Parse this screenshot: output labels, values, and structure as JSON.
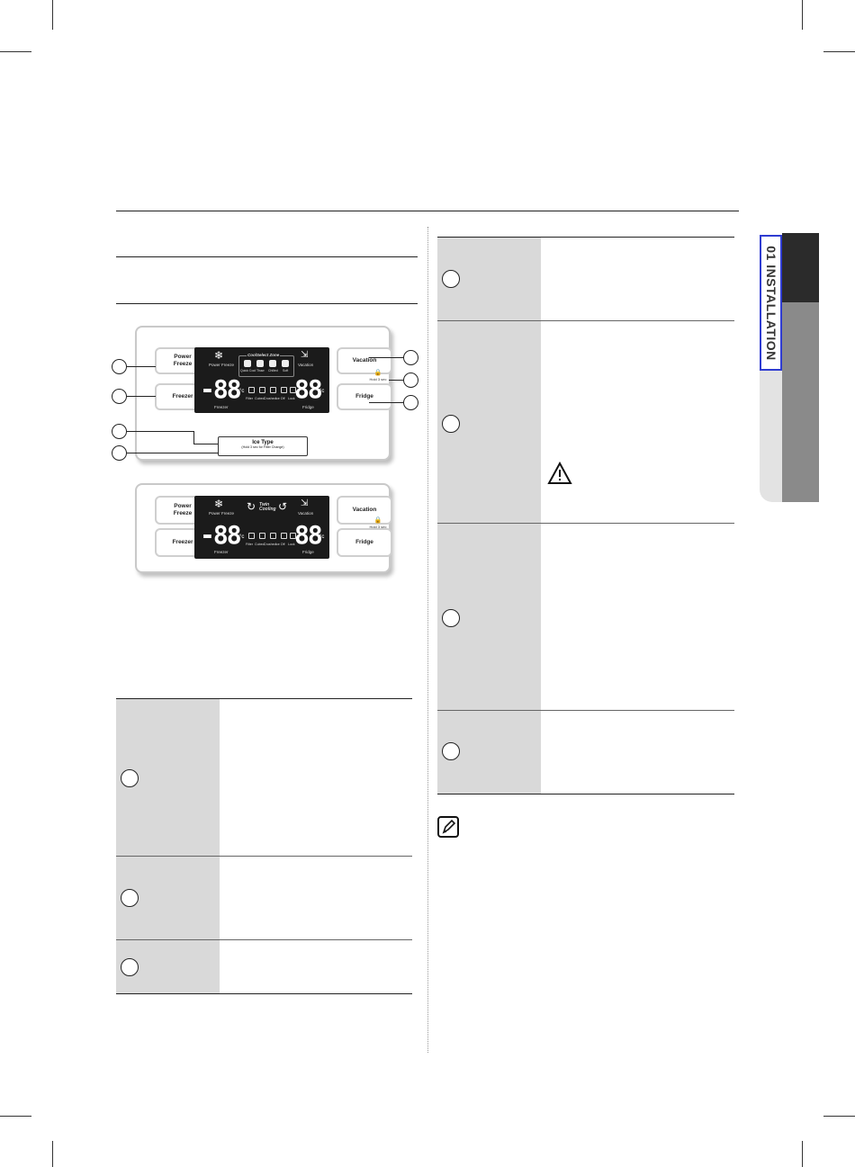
{
  "sidebar": {
    "section_label": "01 INSTALLATION"
  },
  "panel1": {
    "buttons": {
      "power_freeze": "Power\nFreeze",
      "freezer": "Freezer",
      "vacation": "Vacation",
      "fridge": "Fridge"
    },
    "lcd": {
      "power_freeze": "Power Freeze",
      "zone_title": "CoolSelect Zone",
      "zone_items": [
        "Quick Cool",
        "Thaw",
        "Chilled",
        "Soft"
      ],
      "vacation": "Vacation",
      "freezer_digits": "-88",
      "fridge_digits": "88",
      "unit": "°c",
      "freezer": "Freezer",
      "fridge": "Fridge",
      "status_items": [
        "Filter",
        "Cubed",
        "Crushed",
        "Ice Off",
        "Lock"
      ]
    },
    "ice_type": "Ice Type",
    "ice_type_sub": "(Hold 3 sec for Filter Change)",
    "lock_label": "Hold 3 sec"
  },
  "panel2": {
    "buttons": {
      "power_freeze": "Power\nFreeze",
      "freezer": "Freezer",
      "vacation": "Vacation",
      "fridge": "Fridge"
    },
    "lcd": {
      "power_freeze": "Power Freeze",
      "twin_cooling": "Twin\nCooling",
      "vacation": "Vacation",
      "freezer_digits": "-88",
      "fridge_digits": "88",
      "unit": "°c",
      "freezer": "Freezer",
      "fridge": "Fridge",
      "status_items": [
        "Filter",
        "Cubed",
        "Crushed",
        "Ice Off",
        "Lock"
      ]
    },
    "lock_label": "Hold 3 sec"
  },
  "icons": {
    "warning": "warning-triangle-icon",
    "note": "note-pencil-icon",
    "snowflake": "snowflake-icon",
    "lock": "lock-icon"
  }
}
